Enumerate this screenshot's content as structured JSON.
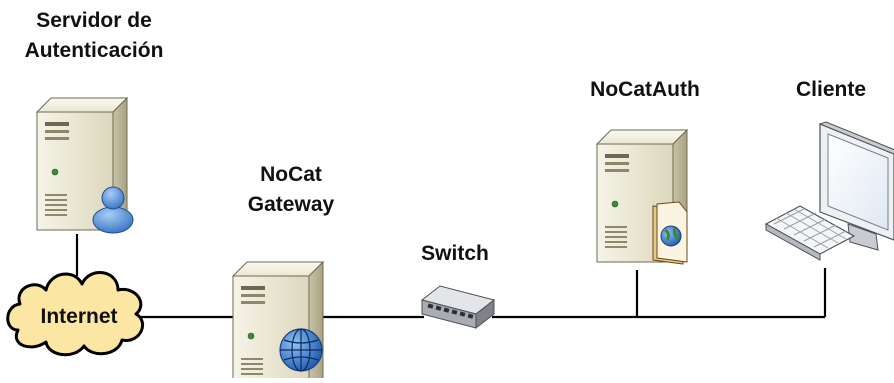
{
  "nodes": {
    "auth_server": {
      "label_line1": "Servidor de",
      "label_line2": "Autenticación",
      "icon": "server-with-user-icon"
    },
    "gateway": {
      "label_line1": "NoCat",
      "label_line2": "Gateway",
      "icon": "server-with-globe-icon"
    },
    "switch": {
      "label": "Switch",
      "icon": "network-switch-icon"
    },
    "nocatauth": {
      "label": "NoCatAuth",
      "icon": "server-with-document-icon"
    },
    "client": {
      "label": "Cliente",
      "icon": "desktop-computer-icon"
    },
    "internet": {
      "label": "Internet",
      "icon": "cloud-icon"
    }
  },
  "colors": {
    "line": "#000000",
    "server_body": "#e9e6d4",
    "server_shadow": "#bdb79c",
    "cloud_fill": "#fbe6a4",
    "cloud_stroke": "#000000",
    "globe": "#2f6fc4",
    "user": "#4f8bd6"
  }
}
